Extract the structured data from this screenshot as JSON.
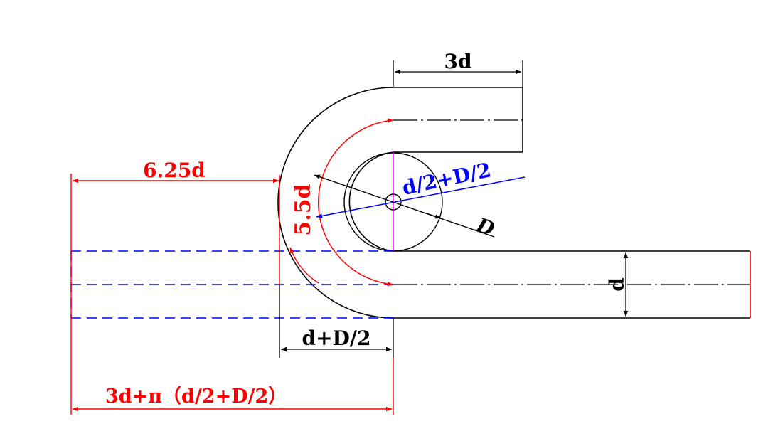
{
  "labels": {
    "top_width": "3d",
    "left_length": "6.25d",
    "diagonal_label": "5.5d",
    "blue_radius": "d/2+D/2",
    "pin_diameter": "D",
    "bar_thickness": "d",
    "bottom_offset": "d+D/2",
    "total_length": "3d+π（d/2+D/2）"
  },
  "colors": {
    "black": "#000000",
    "red": "#ff0000",
    "blue": "#0000ff",
    "magenta": "#ff00ff"
  }
}
